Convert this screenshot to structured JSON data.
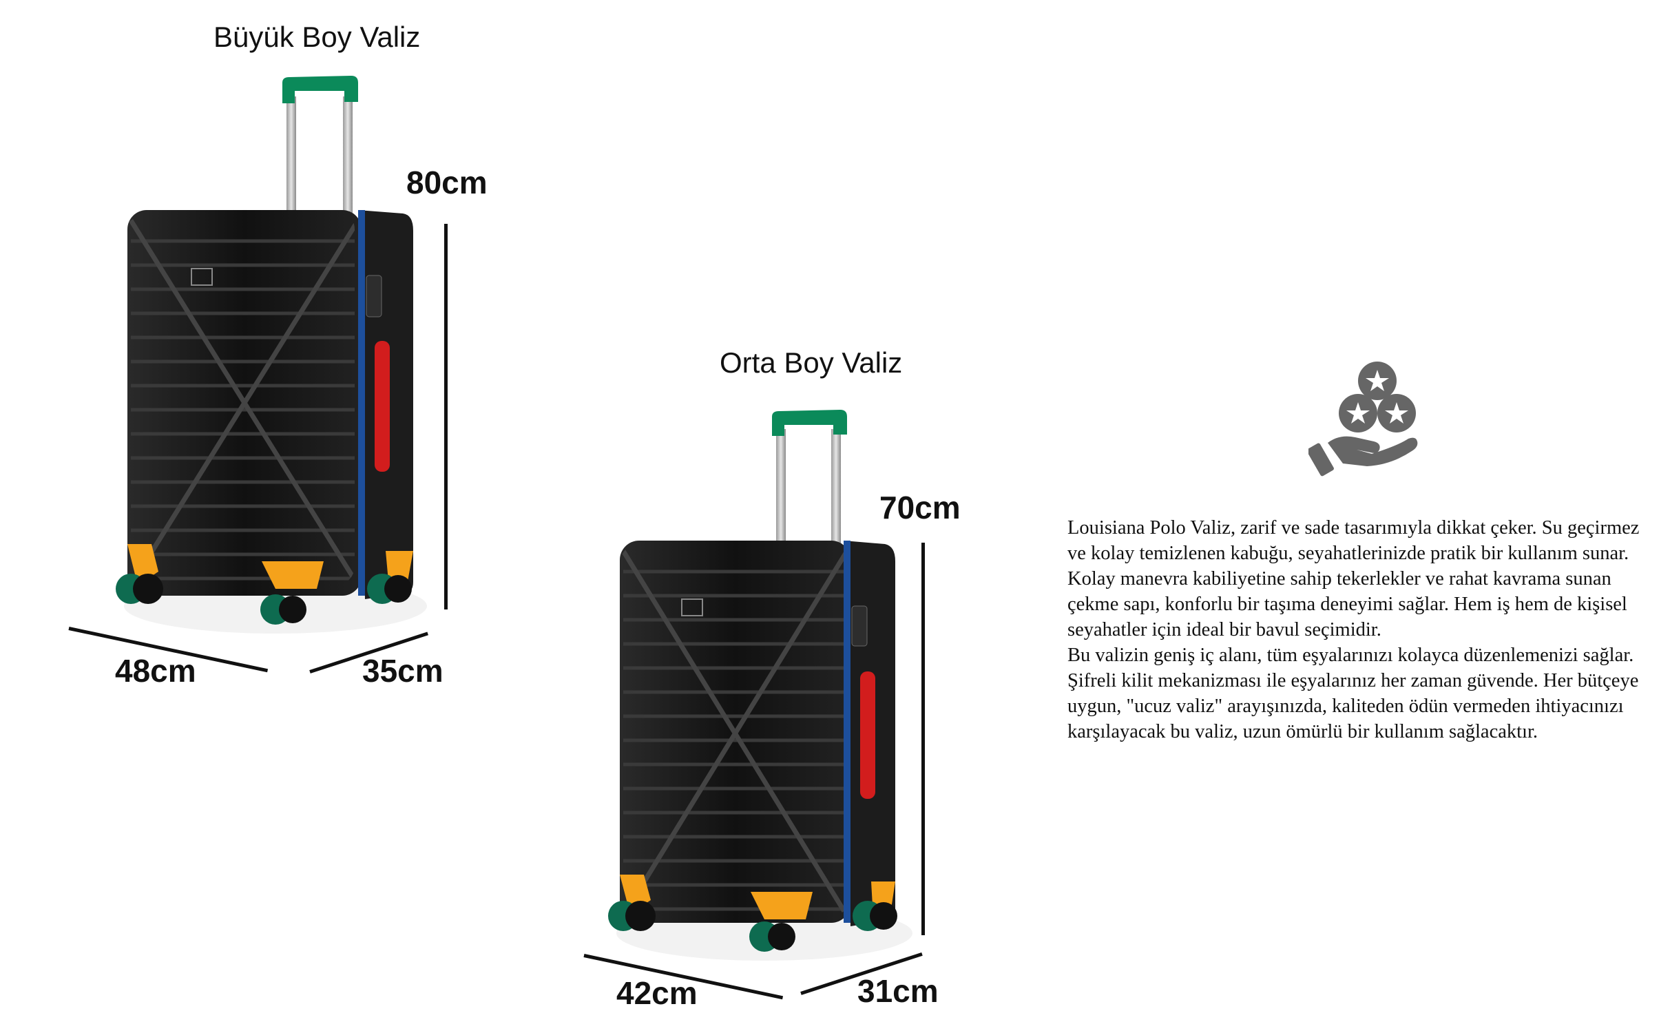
{
  "large": {
    "title": "Büyük Boy Valiz",
    "height": "80cm",
    "width": "48cm",
    "depth": "35cm"
  },
  "medium": {
    "title": "Orta Boy Valiz",
    "height": "70cm",
    "width": "42cm",
    "depth": "31cm"
  },
  "icon": "hand-holding-stars-icon",
  "description": {
    "paragraph1": "Louisiana Polo Valiz, zarif ve sade tasarımıyla dikkat çeker. Su geçirmez ve kolay temizlenen kabuğu, seyahatlerinizde pratik bir kullanım sunar. Kolay manevra kabiliyetine sahip tekerlekler ve rahat kavrama sunan çekme sapı, konforlu bir taşıma deneyimi sağlar. Hem iş hem de kişisel seyahatler için ideal bir bavul seçimidir.",
    "paragraph2": "Bu valizin geniş iç alanı, tüm eşyalarınızı kolayca düzenlemenizi sağlar. Şifreli kilit mekanizması ile eşyalarınız her zaman güvende. Her bütçeye uygun, \"ucuz valiz\" arayışınızda, kaliteden ödün vermeden ihtiyacınızı karşılayacak bu valiz, uzun ömürlü bir kullanım sağlacaktır."
  },
  "colors": {
    "shell": "#1a1a1a",
    "handle": "#0b8a5a",
    "zipper": "#1d4f9c",
    "side_handle": "#d21d1d",
    "wheel_mount": "#f5a21b",
    "wheel": "#0e6b50"
  }
}
